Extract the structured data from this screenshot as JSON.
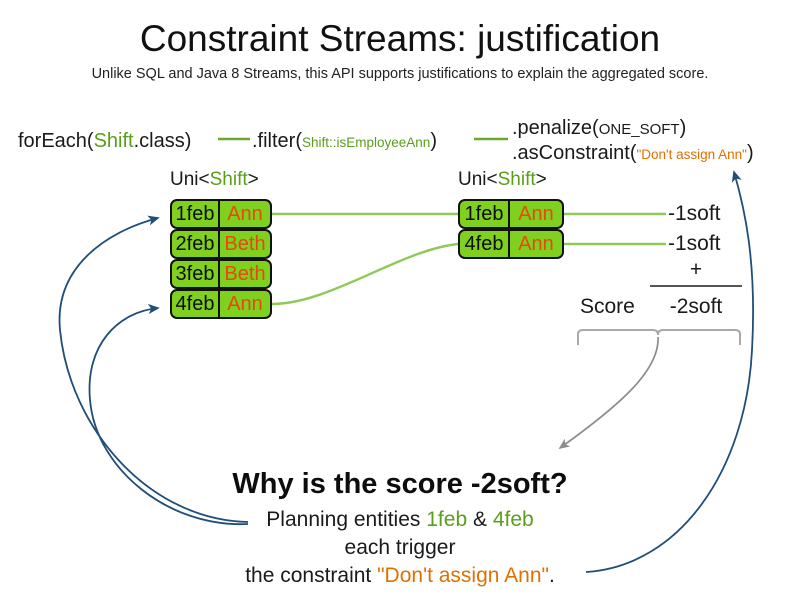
{
  "slide": {
    "title": "Constraint Streams: justification",
    "subtitle": "Unlike SQL and Java 8 Streams, this API supports justifications to explain the aggregated score."
  },
  "colors": {
    "green_accent": "#5a9e1c",
    "orange_accent": "#e07000",
    "box_fill": "#80d11f",
    "box_text_name": "#e8480c",
    "arrow_blue": "#1f4e79",
    "arrow_gray": "#8c8c8c",
    "connector_green": "#8fc957"
  },
  "pipeline": {
    "for_each": {
      "call": "forEach(",
      "type": "Shift",
      "tail": ".class)"
    },
    "filter": {
      "call": ".filter(",
      "arg": "Shift::isEmployeeAnn",
      "tail": ")"
    },
    "penalize": {
      "call": ".penalize(",
      "arg": "ONE_SOFT",
      "tail": ")"
    },
    "as_constraint": {
      "call": ".asConstraint(",
      "arg": "\"Don't assign Ann\"",
      "tail": ")"
    }
  },
  "streams": {
    "left": {
      "label_prefix": "Uni<",
      "label_type": "Shift",
      "label_suffix": ">",
      "rows": [
        {
          "date": "1feb",
          "employee": "Ann"
        },
        {
          "date": "2feb",
          "employee": "Beth"
        },
        {
          "date": "3feb",
          "employee": "Beth"
        },
        {
          "date": "4feb",
          "employee": "Ann"
        }
      ]
    },
    "right": {
      "label_prefix": "Uni<",
      "label_type": "Shift",
      "label_suffix": ">",
      "rows": [
        {
          "date": "1feb",
          "employee": "Ann"
        },
        {
          "date": "4feb",
          "employee": "Ann"
        }
      ]
    }
  },
  "score": {
    "penalties": [
      "-1soft",
      "-1soft"
    ],
    "operator": "+",
    "label": "Score",
    "total": "-2soft"
  },
  "explanation": {
    "heading": "Why is the score -2soft?",
    "line1_prefix": "Planning entities ",
    "line1_entity_a": "1feb",
    "line1_amp": " & ",
    "line1_entity_b": "4feb",
    "line2": "each trigger",
    "line3_prefix": "the constraint ",
    "line3_constraint": "\"Don't assign Ann\"",
    "line3_suffix": "."
  }
}
